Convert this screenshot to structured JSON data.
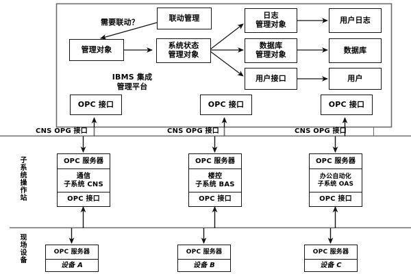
{
  "diagram": {
    "title_block": {
      "line1": "IBMS 集成",
      "line2": "管理平台"
    },
    "platform_frame": {
      "name": "ibms-platform-frame"
    },
    "top_nodes": [
      {
        "id": "linkage-management",
        "lines": [
          "联动管理"
        ]
      },
      {
        "id": "managed-object",
        "lines": [
          "管理对象"
        ]
      },
      {
        "id": "system-state-managed-object",
        "lines": [
          "系统状态",
          "管理对象"
        ]
      },
      {
        "id": "log-managed-object",
        "lines": [
          "日志",
          "管理对象"
        ]
      },
      {
        "id": "database-managed-object",
        "lines": [
          "数据库",
          "管理对象"
        ]
      },
      {
        "id": "user-interface",
        "lines": [
          "用户接口"
        ]
      },
      {
        "id": "user-log",
        "lines": [
          "用户日志"
        ]
      },
      {
        "id": "database",
        "lines": [
          "数据库"
        ]
      },
      {
        "id": "user",
        "lines": [
          "用户"
        ]
      }
    ],
    "decision_label": "需要联动？",
    "platform_opc_interfaces": [
      {
        "id": "platform-opc-interface-left",
        "label": "OPC 接口"
      },
      {
        "id": "platform-opc-interface-middle",
        "label": "OPC 接口"
      },
      {
        "id": "platform-opc-interface-right",
        "label": "OPC 接口"
      }
    ],
    "bus_labels": [
      {
        "id": "cns-opg-interface-left",
        "text": "CNS  OPG 接口"
      },
      {
        "id": "cns-opg-interface-middle",
        "text": "CNS  OPG 接口"
      },
      {
        "id": "cns-opg-interface-right",
        "text": "CNS  OPG 接口"
      }
    ],
    "tier_labels": [
      {
        "id": "subsystem-operator-station",
        "text": "子系统操作站"
      },
      {
        "id": "field-devices",
        "text": "现场设备"
      }
    ],
    "subsystems": [
      {
        "id": "subsystem-cns",
        "header": "OPC 服务器",
        "body": [
          "通信",
          "子系统 CNS"
        ],
        "footer": "OPC 接口"
      },
      {
        "id": "subsystem-bas",
        "header": "OPC 服务器",
        "body": [
          "楼控",
          "子系统 BAS"
        ],
        "footer": "OPC 接口"
      },
      {
        "id": "subsystem-oas",
        "header": "OPC 服务器",
        "body": [
          "办公自动化",
          "子系统 OAS"
        ],
        "footer": "OPC 接口"
      }
    ],
    "devices": [
      {
        "id": "device-a",
        "header": "OPC 服务器",
        "label": "设备 A"
      },
      {
        "id": "device-b",
        "header": "OPC 服务器",
        "label": "设备 B"
      },
      {
        "id": "device-c",
        "header": "OPC 服务器",
        "label": "设备 C"
      }
    ],
    "colors": {
      "line": "#111111",
      "frame": "#6a6a6a",
      "bus": "#6a6a6a",
      "background": "#ffffff",
      "text": "#000000"
    }
  }
}
